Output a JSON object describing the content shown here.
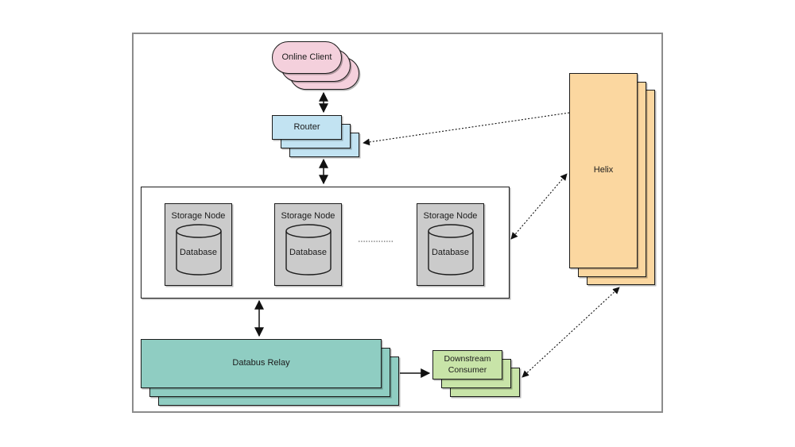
{
  "diagram": {
    "nodes": {
      "online_client": {
        "label": "Online Client",
        "fill": "#f4d0dc",
        "shape": "stadium",
        "stack_count": 3
      },
      "router": {
        "label": "Router",
        "fill": "#c2e3f2",
        "shape": "rectangle",
        "stack_count": 3
      },
      "storage_cluster": {
        "node_fill": "#cbcbcb",
        "ellipsis_between_nodes": true,
        "storage_nodes": [
          {
            "label": "Storage Node",
            "database_label": "Database"
          },
          {
            "label": "Storage Node",
            "database_label": "Database"
          },
          {
            "label": "Storage Node",
            "database_label": "Database"
          }
        ]
      },
      "helix": {
        "label": "Helix",
        "fill": "#fbd7a0",
        "shape": "rectangle",
        "stack_count": 3
      },
      "databus_relay": {
        "label": "Databus Relay",
        "fill": "#8fcdc2",
        "shape": "rectangle",
        "stack_count": 3
      },
      "downstream_consumer": {
        "label": "Downstream Consumer",
        "fill": "#c8e4a8",
        "shape": "rectangle",
        "stack_count": 3
      }
    },
    "edges": [
      {
        "from": "online_client",
        "to": "router",
        "style": "solid",
        "bidirectional": true
      },
      {
        "from": "router",
        "to": "storage_cluster",
        "style": "solid",
        "bidirectional": true
      },
      {
        "from": "storage_cluster",
        "to": "databus_relay",
        "style": "solid",
        "bidirectional": true
      },
      {
        "from": "databus_relay",
        "to": "downstream_consumer",
        "style": "solid",
        "bidirectional": false
      },
      {
        "from": "helix",
        "to": "router",
        "style": "dotted",
        "bidirectional": false
      },
      {
        "from": "storage_cluster",
        "to": "helix",
        "style": "dotted",
        "bidirectional": true
      },
      {
        "from": "downstream_consumer",
        "to": "helix",
        "style": "dotted",
        "bidirectional": true
      }
    ],
    "colors": {
      "shape_border": "#1c1c1c",
      "frame_border": "#8c8c8c",
      "arrow": "#111111"
    }
  }
}
